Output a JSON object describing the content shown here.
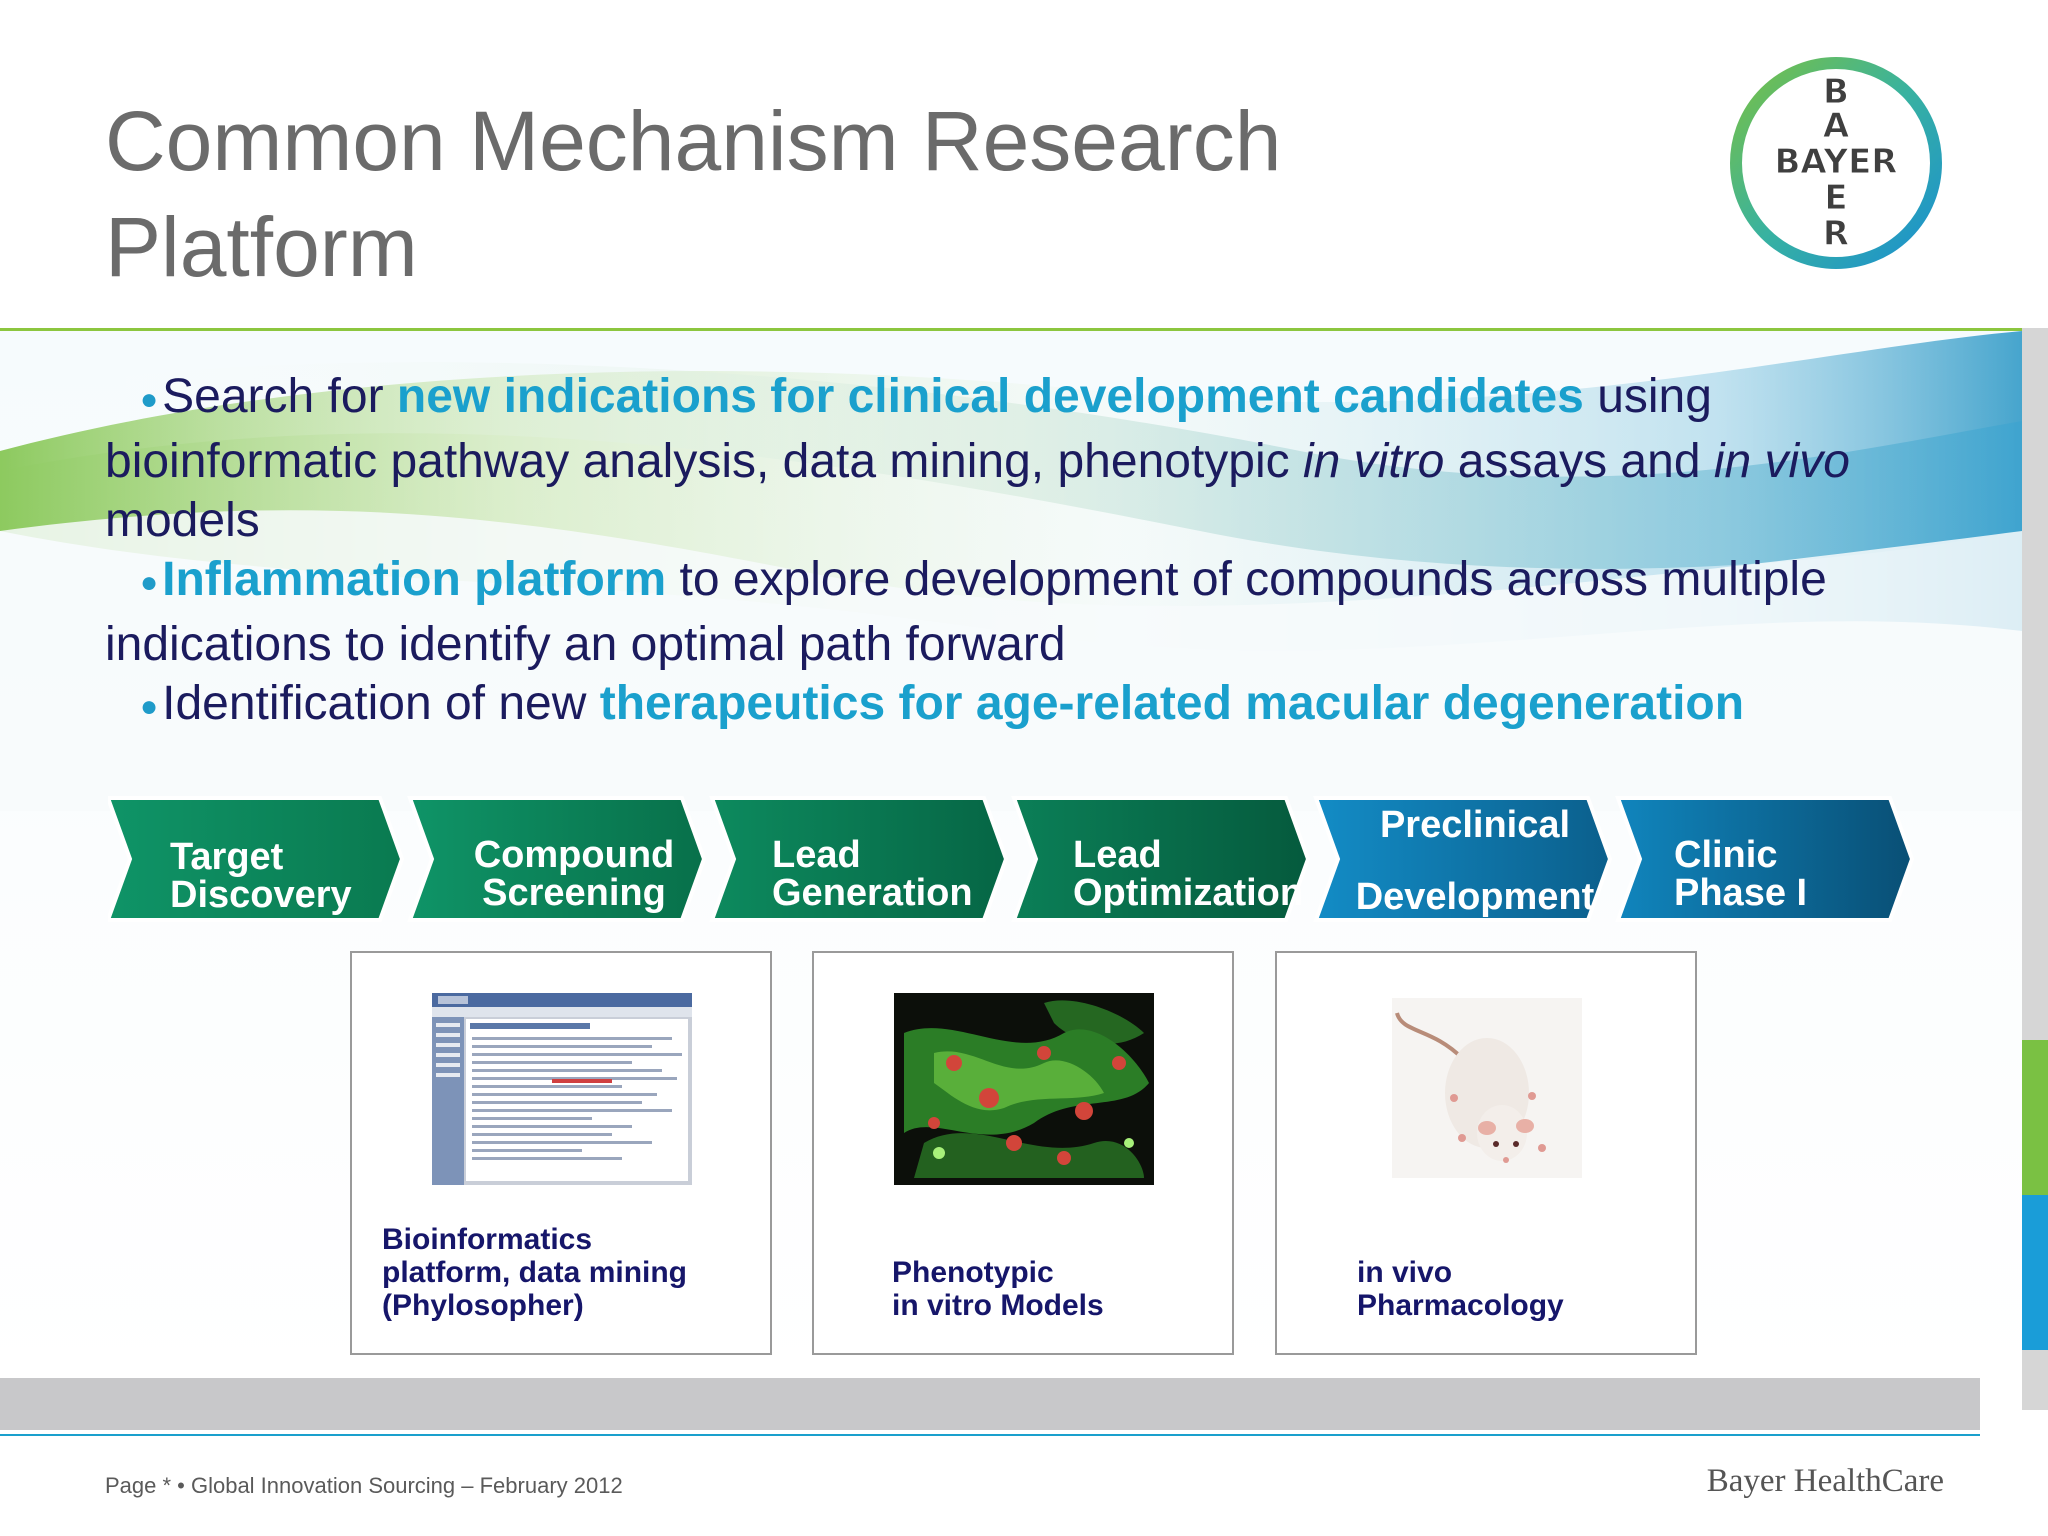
{
  "slide": {
    "title": "Common Mechanism Research\nPlatform",
    "logo_text": "BAYER"
  },
  "bullets": [
    {
      "parts": [
        {
          "text": "Search for ",
          "style": "normal"
        },
        {
          "text": "new indications for clinical development candidates",
          "style": "highlight"
        },
        {
          "text": " using bioinformatic pathway analysis, data mining, phenotypic ",
          "style": "normal"
        },
        {
          "text": "in vitro",
          "style": "italic"
        },
        {
          "text": " assays and ",
          "style": "normal"
        },
        {
          "text": "in vivo",
          "style": "italic"
        },
        {
          "text": " models",
          "style": "normal"
        }
      ]
    },
    {
      "parts": [
        {
          "text": "Inflammation platform",
          "style": "highlight"
        },
        {
          "text": " to explore development of compounds across multiple indications to identify an optimal path forward",
          "style": "normal"
        }
      ]
    },
    {
      "parts": [
        {
          "text": "Identification of new ",
          "style": "normal"
        },
        {
          "text": "therapeutics for age-related macular degeneration",
          "style": "highlight"
        }
      ]
    }
  ],
  "process_stages": [
    {
      "line1": "Target",
      "line2": "Discovery",
      "color": "#0e8a5e"
    },
    {
      "line1": "Compound",
      "line2": "Screening",
      "color": "#0d8058"
    },
    {
      "line1": "Lead",
      "line2": "Generation",
      "color": "#0b7552"
    },
    {
      "line1": "Lead",
      "line2": "Optimization",
      "color": "#0a6a4c"
    },
    {
      "line1": "Preclinical",
      "line2": "Development",
      "color": "#0f77a8"
    },
    {
      "line1": "Clinic",
      "line2": "Phase I",
      "color": "#0d6a96"
    }
  ],
  "cards": [
    {
      "caption": "Bioinformatics\nplatform, data mining\n(Phylosopher)"
    },
    {
      "caption": "Phenotypic\nin vitro Models"
    },
    {
      "caption": "in vivo\nPharmacology"
    }
  ],
  "footer": {
    "left_text": "Page * • Global Innovation Sourcing – February 2012",
    "brand": "Bayer HealthCare"
  },
  "colors": {
    "highlight": "#1aa0cd",
    "body_text": "#1b1b5e",
    "title": "#6b6b6b",
    "accent_green": "#7ac143",
    "accent_blue": "#1a9dd8"
  }
}
